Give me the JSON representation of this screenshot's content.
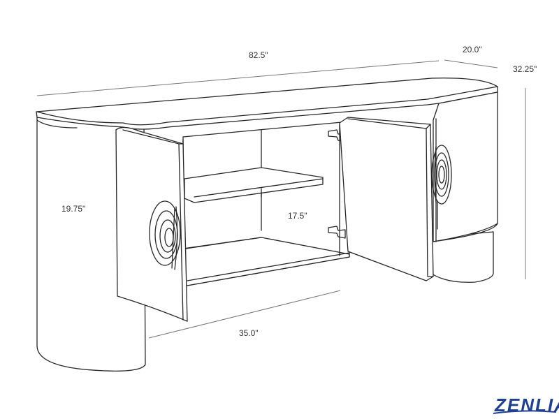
{
  "brand": {
    "name": "ZENLIA",
    "color": "#1f3f8f"
  },
  "dimensions": {
    "length": "82.5\"",
    "depth": "20.0\"",
    "height": "32.25\"",
    "door_height": "19.75\"",
    "shelf_depth": "17.5\"",
    "cabinet_width": "35.0\""
  },
  "colors": {
    "line": "#262626",
    "dimension": "#777777",
    "background": "#ffffff"
  }
}
